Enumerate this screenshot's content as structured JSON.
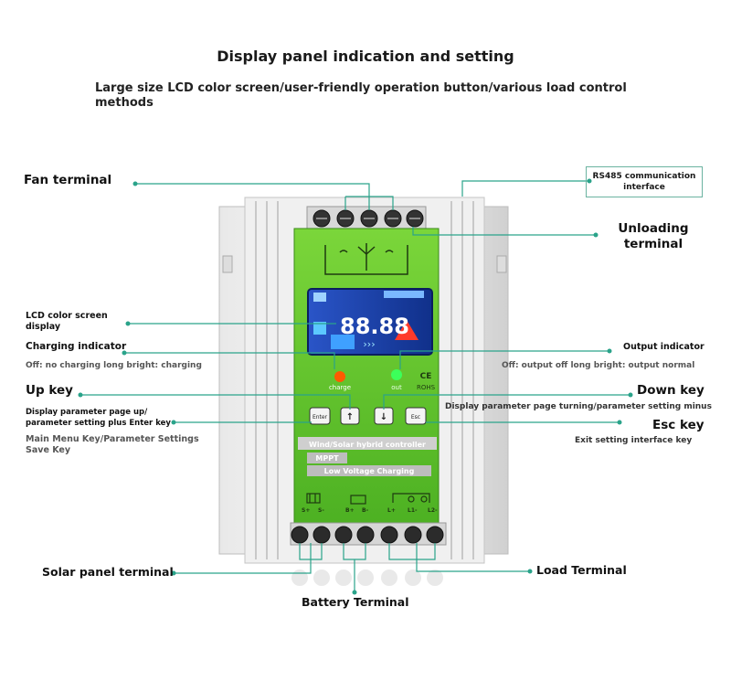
{
  "header": {
    "title": "Display panel indication and setting",
    "subtitle": "Large size LCD color screen/user-friendly operation button/various load control methods"
  },
  "labels": {
    "fan_terminal": "Fan terminal",
    "rs485": "RS485 communication interface",
    "unloading_terminal": "Unloading terminal",
    "lcd_display": "LCD color screen display",
    "charging_indicator": "Charging indicator",
    "charging_indicator_desc": "Off: no charging long bright: charging",
    "output_indicator": "Output indicator",
    "output_indicator_desc": "Off: output off long bright: output normal",
    "up_key": "Up key",
    "up_key_desc": "Display parameter page up/ parameter setting plus Enter key",
    "enter_key_desc": "Main Menu Key/Parameter Settings Save Key",
    "down_key": "Down key",
    "down_key_desc": "Display parameter page turning/parameter setting minus",
    "esc_key": "Esc key",
    "esc_key_desc": "Exit setting interface key",
    "solar_panel_terminal": "Solar panel terminal",
    "battery_terminal": "Battery Terminal",
    "load_terminal": "Load Terminal"
  },
  "device": {
    "lcd_digits": "88.88",
    "charge_led_label": "charge",
    "out_led_label": "out",
    "ce_mark": "CE",
    "rohs_mark": "ROHS",
    "btn_enter": "Enter",
    "btn_esc": "Esc",
    "controller_name": "Wind/Solar hybrid controller",
    "mppt": "MPPT",
    "low_voltage": "Low Voltage Charging",
    "terminal_labels": [
      "S+",
      "S-",
      "B+",
      "B-",
      "L+",
      "L1-",
      "L2-"
    ]
  },
  "colors": {
    "leader_line": "#2aa38a",
    "panel_green": "#5cc22a",
    "lcd_blue": "#1a3fa8",
    "charge_led": "#ff5a00",
    "out_led": "#3cff5a"
  }
}
